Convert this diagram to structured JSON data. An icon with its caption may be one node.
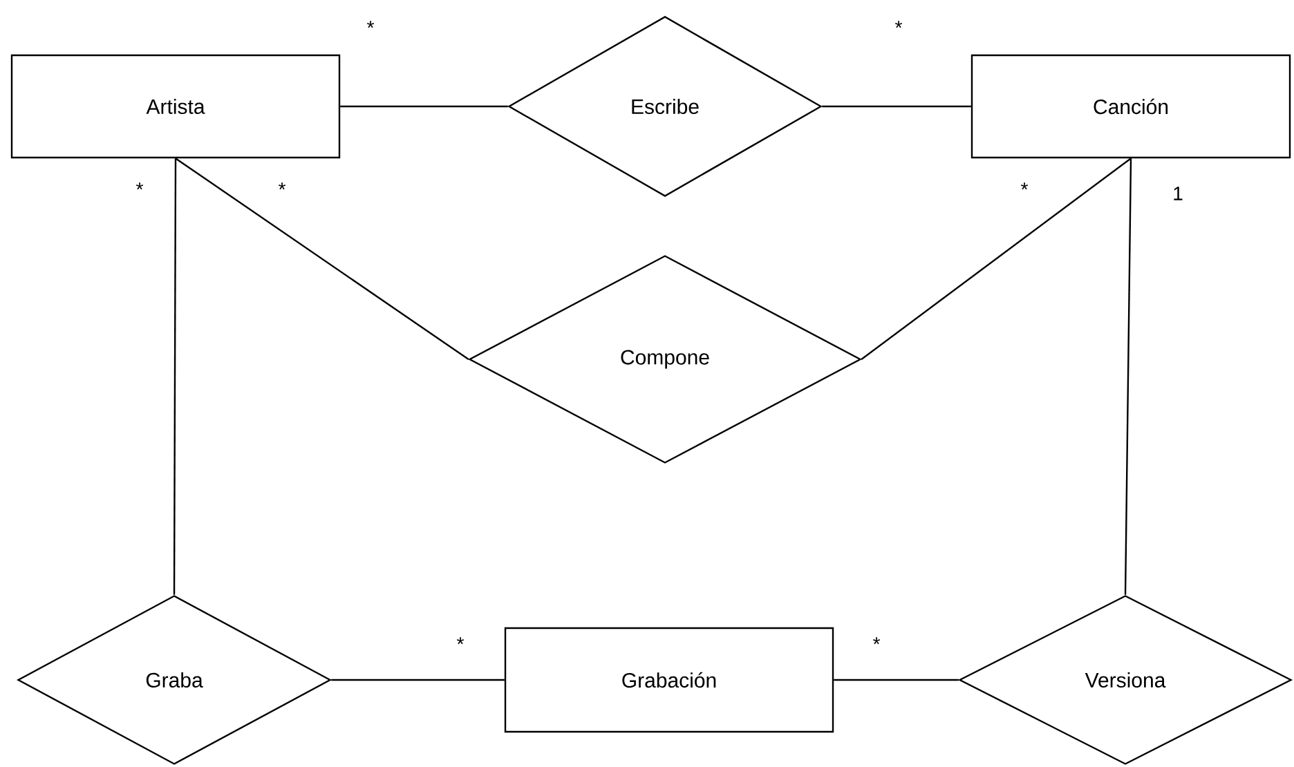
{
  "diagram": {
    "nodes": [
      {
        "text": [
          "Artista"
        ]
      },
      {
        "text": [
          "Escribe"
        ]
      },
      {
        "text": [
          "Canción"
        ]
      },
      {
        "text": [
          "Compone"
        ]
      },
      {
        "text": [
          "Graba"
        ]
      },
      {
        "text": [
          "Grabación"
        ]
      },
      {
        "text": [
          "Versiona"
        ]
      }
    ],
    "edges": [
      {
        "from": 0,
        "to": 1,
        "arrow": "none"
      },
      {
        "from": 1,
        "to": 2,
        "arrow": "none"
      },
      {
        "from": 0,
        "to": 3,
        "arrow": "none"
      },
      {
        "from": 3,
        "to": 2,
        "arrow": "none"
      },
      {
        "from": 0,
        "to": 4,
        "arrow": "none"
      },
      {
        "from": 2,
        "to": 6,
        "arrow": "none"
      },
      {
        "from": 4,
        "to": 5,
        "arrow": "none"
      },
      {
        "from": 5,
        "to": 6,
        "arrow": "none"
      }
    ],
    "labels": [
      "*",
      "*",
      "*",
      "*",
      "*",
      "1",
      "*",
      "*"
    ]
  }
}
